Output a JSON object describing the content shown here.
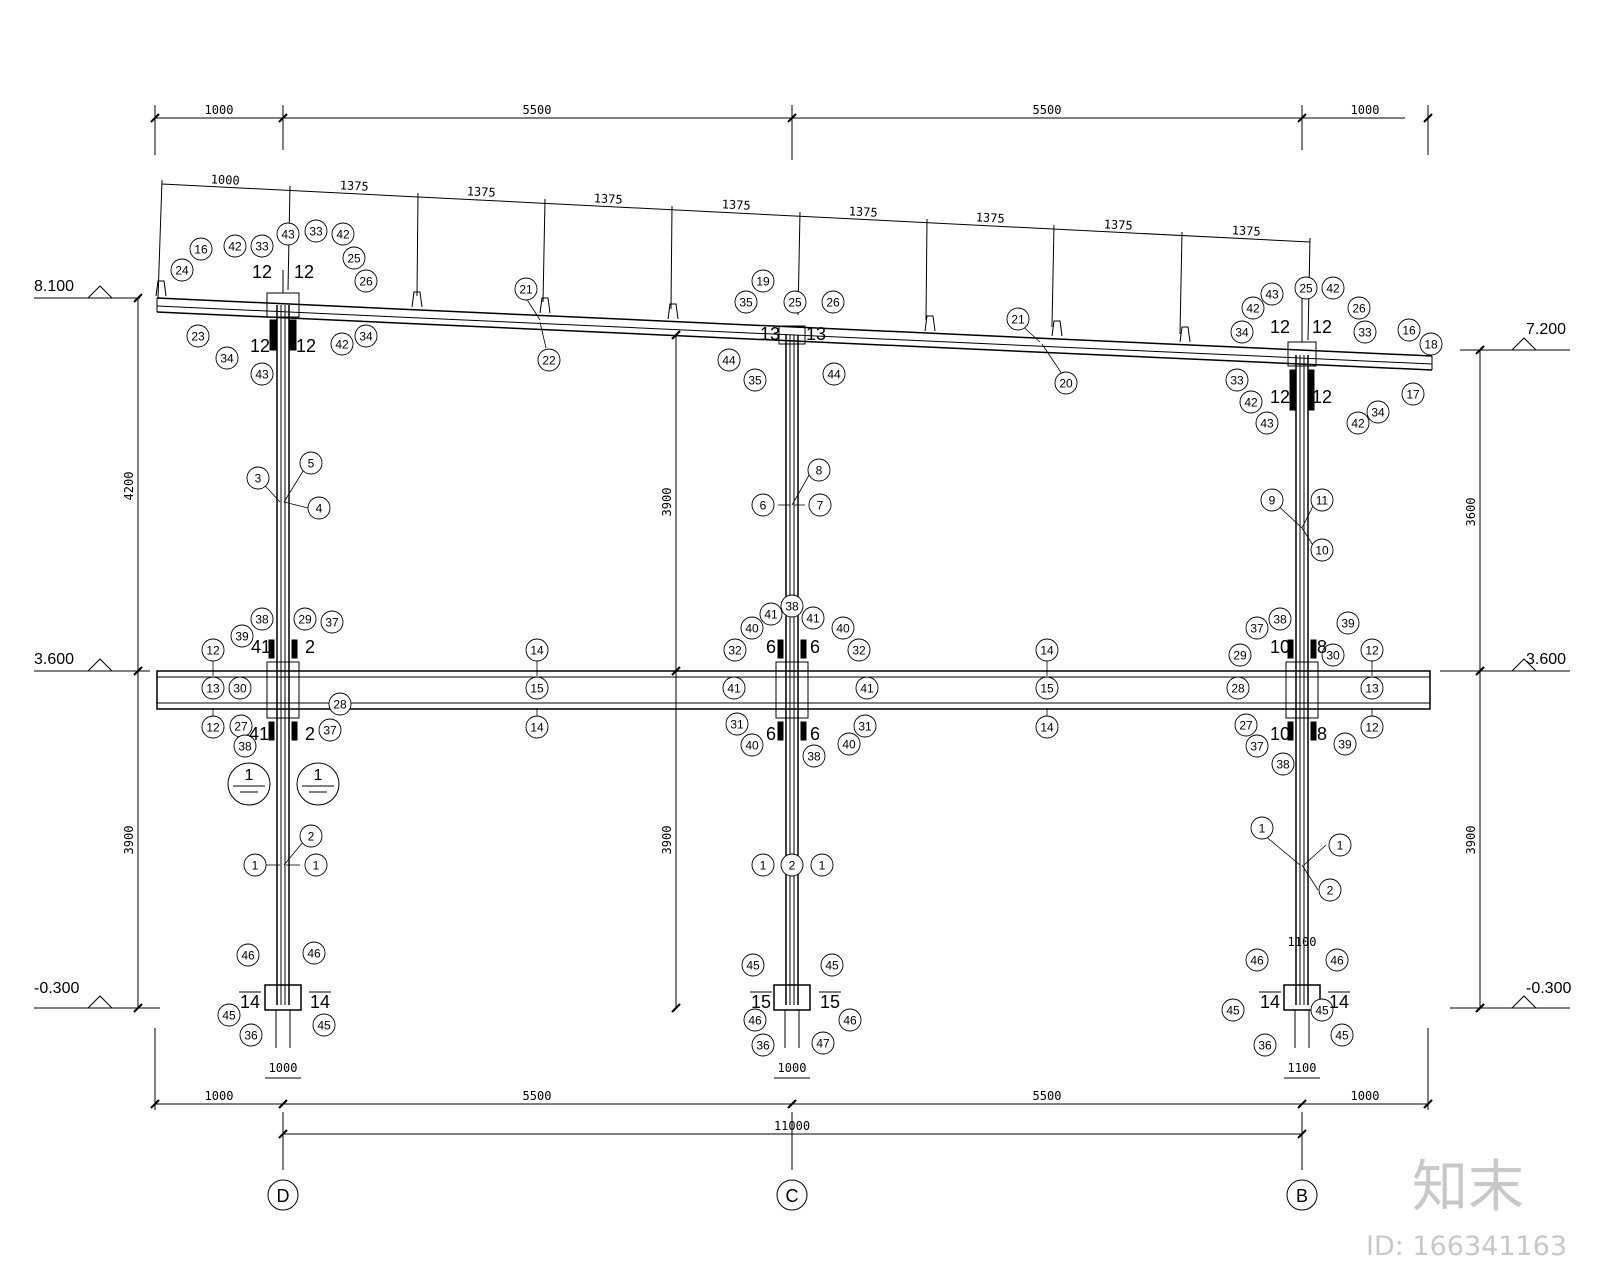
{
  "drawing": {
    "top_dims": [
      "1000",
      "5500",
      "5500",
      "1000"
    ],
    "rafter_dims": [
      "1000",
      "1375",
      "1375",
      "1375",
      "1375",
      "1375",
      "1375",
      "1375",
      "1375"
    ],
    "bottom_dims": [
      "1000",
      "5500",
      "5500",
      "1000"
    ],
    "base_dims": [
      "1000",
      "1000",
      "1100"
    ],
    "overall_dim": "11000",
    "left_vert_dims": [
      "4200",
      "3900"
    ],
    "mid_vert_dims": [
      "3900",
      "3900"
    ],
    "right_vert_dims": [
      "3600",
      "3900"
    ],
    "right_base_upper_dim": "1100",
    "levels": {
      "left_top": "8.100",
      "right_top": "7.200",
      "left_mid": "3.600",
      "right_mid": "3.600",
      "left_base": "-0.300",
      "right_base": "-0.300"
    },
    "axes": [
      "D",
      "C",
      "B"
    ],
    "section_marks": [
      "1",
      "1"
    ]
  },
  "tags": {
    "left_column": [
      "3",
      "5",
      "4",
      "2",
      "1",
      "1"
    ],
    "mid_column": [
      "8",
      "6",
      "7",
      "1",
      "2",
      "1"
    ],
    "right_column": [
      "9",
      "11",
      "10",
      "1",
      "1",
      "2"
    ],
    "mid_beam": [
      "14",
      "15",
      "14",
      "14",
      "15",
      "14"
    ],
    "left_beam_end": [
      "12",
      "13",
      "12"
    ],
    "right_beam_end": [
      "12",
      "13",
      "12"
    ],
    "rafter": [
      "21",
      "22",
      "21",
      "20"
    ],
    "left_top_node": [
      "16",
      "42",
      "33",
      "43",
      "33",
      "42",
      "25",
      "24",
      "26",
      "23",
      "34",
      "34",
      "42",
      "43"
    ],
    "mid_top_node": [
      "19",
      "35",
      "25",
      "26",
      "44",
      "35",
      "44"
    ],
    "right_top_node": [
      "43",
      "25",
      "42",
      "42",
      "26",
      "34",
      "33",
      "16",
      "18",
      "33",
      "17",
      "42",
      "34",
      "42",
      "43"
    ],
    "left_mid_node": [
      "38",
      "39",
      "29",
      "37",
      "30",
      "28",
      "27",
      "37",
      "38"
    ],
    "mid_mid_node": [
      "38",
      "41",
      "41",
      "40",
      "40",
      "32",
      "32",
      "41",
      "41",
      "31",
      "31",
      "40",
      "40",
      "38"
    ],
    "right_mid_node": [
      "37",
      "38",
      "39",
      "29",
      "30",
      "28",
      "27",
      "39",
      "37",
      "38"
    ],
    "left_base": [
      "46",
      "46",
      "45",
      "45",
      "36"
    ],
    "mid_base": [
      "45",
      "45",
      "46",
      "46",
      "36",
      "47"
    ],
    "right_base": [
      "46",
      "46",
      "45",
      "45",
      "36",
      "45"
    ]
  },
  "plate_marks": {
    "left_top": [
      "12",
      "12",
      "12",
      "12"
    ],
    "mid_top": [
      "13",
      "13"
    ],
    "right_top": [
      "12",
      "12",
      "12",
      "12"
    ],
    "left_mid": [
      "41",
      "2",
      "41",
      "2"
    ],
    "mid_mid": [
      "6",
      "6",
      "6",
      "6"
    ],
    "right_mid": [
      "10",
      "8",
      "10",
      "8"
    ],
    "left_base": [
      "14",
      "14"
    ],
    "mid_base": [
      "15",
      "15"
    ],
    "right_base": [
      "14",
      "14"
    ]
  },
  "watermark": {
    "brand": "知末",
    "id": "ID: 166341163"
  }
}
